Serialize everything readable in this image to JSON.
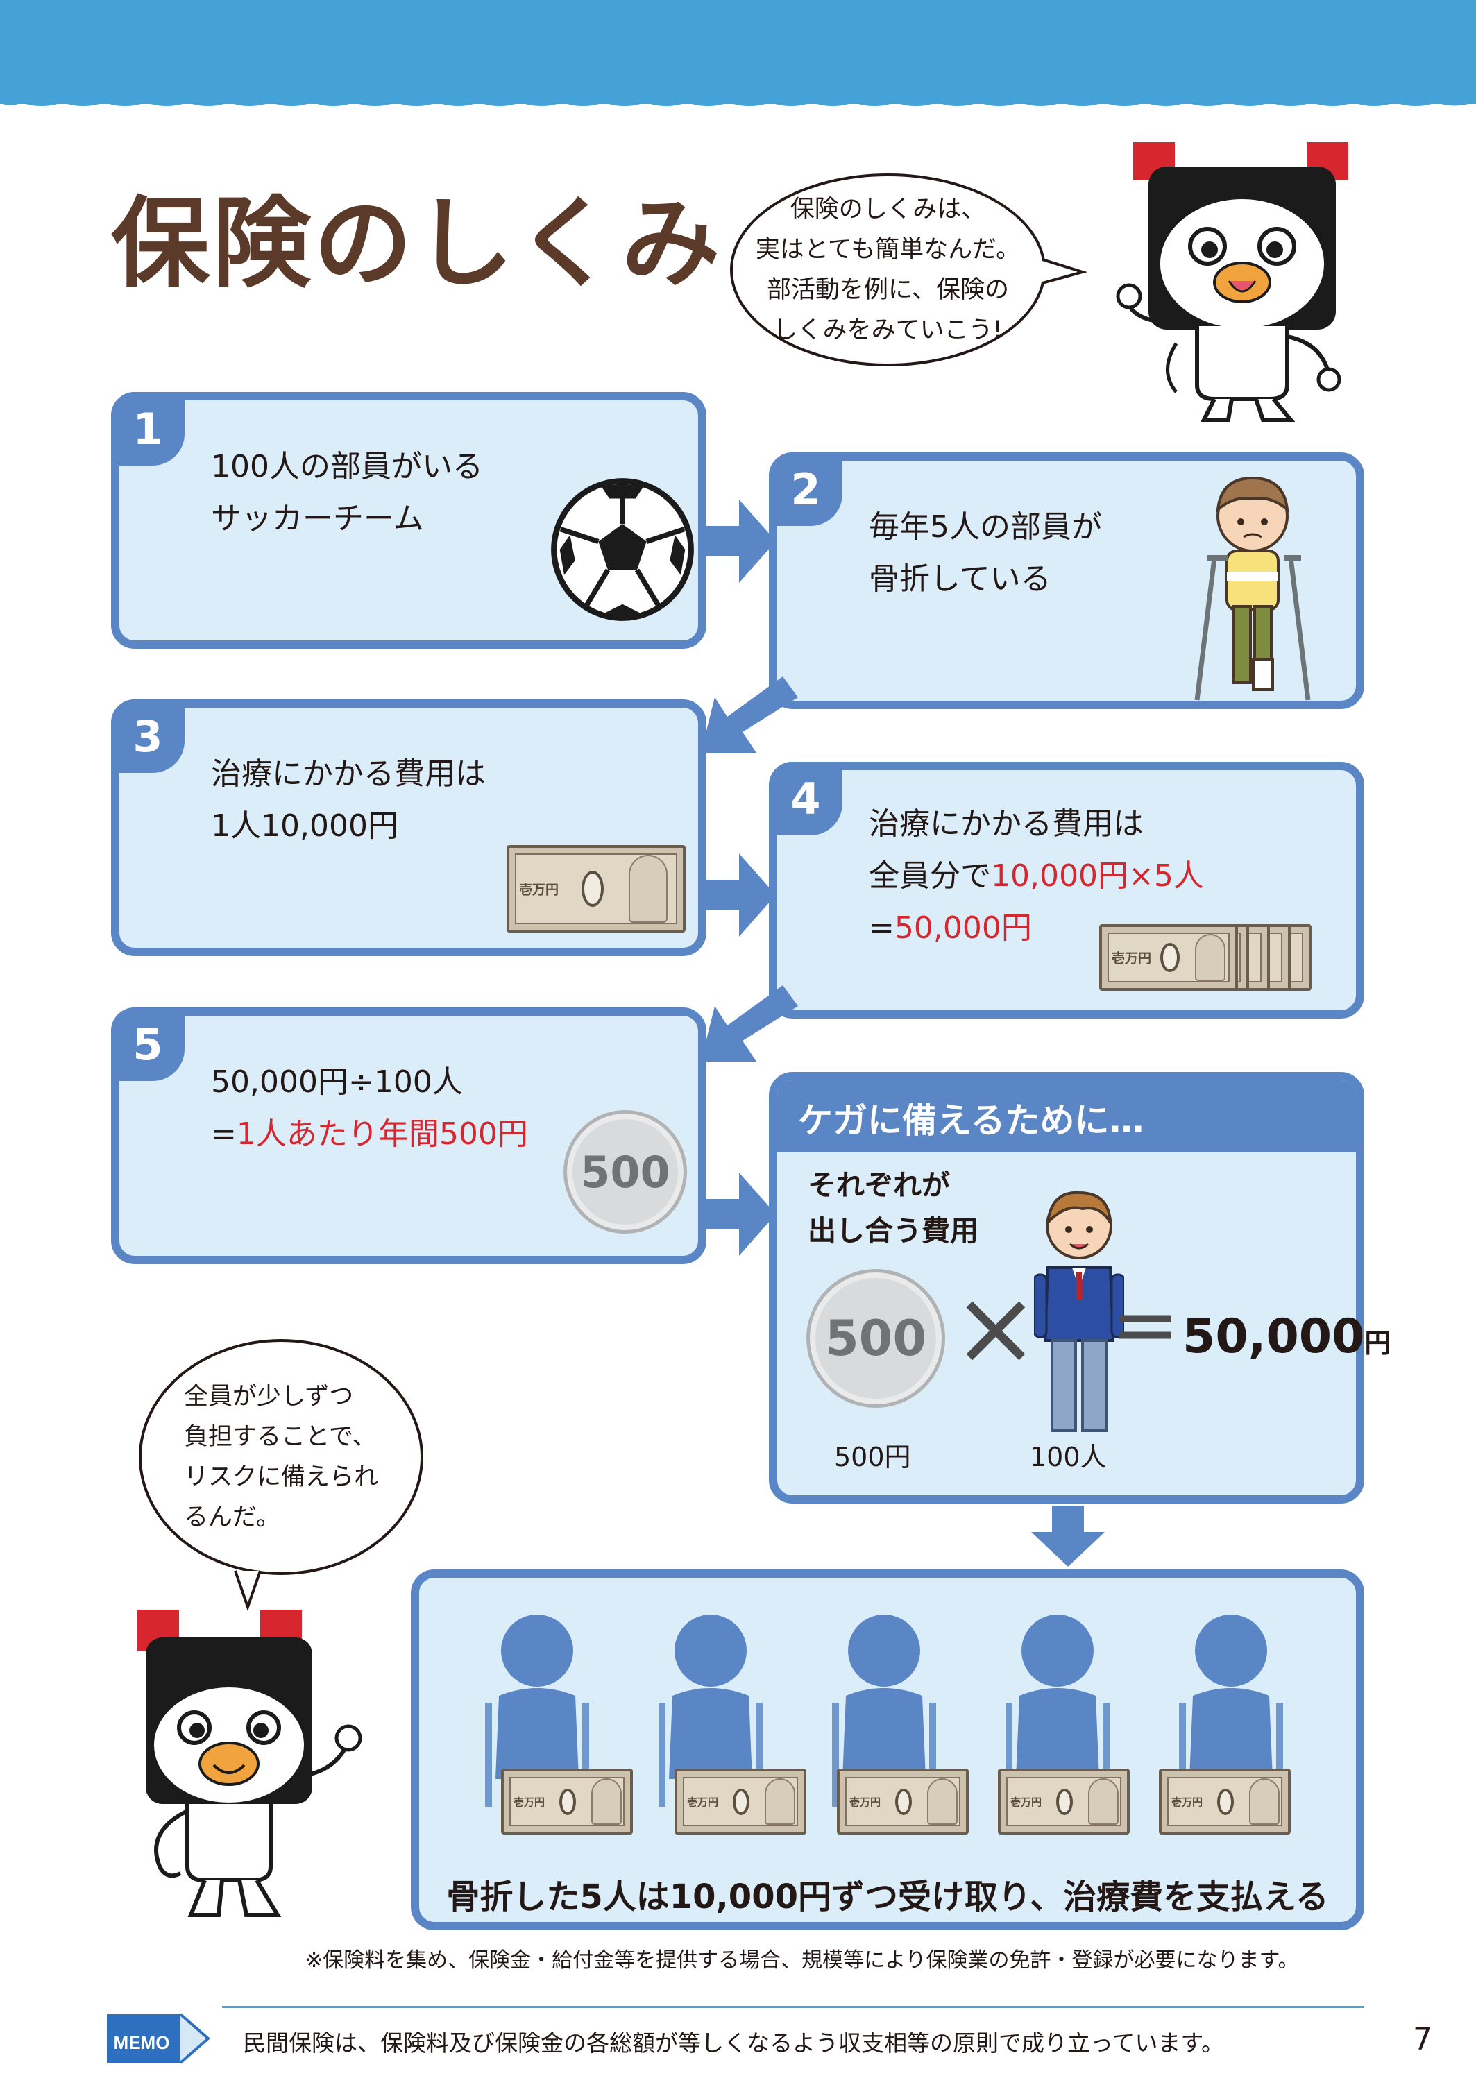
{
  "page": {
    "title": "保険のしくみ",
    "page_number": "7"
  },
  "bubble_top": {
    "lines": [
      "保険のしくみは、",
      "実はとても簡単なんだ。",
      "部活動を例に、保険の",
      "しくみをみていこう!"
    ]
  },
  "steps": [
    {
      "number": "1",
      "lines": [
        "100人の部員がいる",
        "サッカーチーム"
      ]
    },
    {
      "number": "2",
      "lines": [
        "毎年5人の部員が",
        "骨折している"
      ]
    },
    {
      "number": "3",
      "lines": [
        "治療にかかる費用は",
        "1人10,000円"
      ]
    },
    {
      "number": "4",
      "line1": "治療にかかる費用は",
      "line2_prefix": "全員分で",
      "line2_red": "10,000円×5人",
      "line3_prefix": "=",
      "line3_red": "50,000円"
    },
    {
      "number": "5",
      "line1": "50,000円÷100人",
      "line2_prefix": "=",
      "line2_red": "1人あたり年間500円"
    }
  ],
  "bill": {
    "label": "壱万円"
  },
  "coin": {
    "label": "500"
  },
  "preparation": {
    "title": "ケガに備えるために…",
    "subtitle_lines": [
      "それぞれが",
      "出し合う費用"
    ],
    "coin_label": "500",
    "coin_caption": "500円",
    "person_caption": "100人",
    "result_number": "50,000",
    "result_unit": "円",
    "times_symbol": "×",
    "equals_symbol": "="
  },
  "bubble_bottom": {
    "lines": [
      "全員が少しずつ",
      "負担することで、",
      "リスクに備えられ",
      "るんだ。"
    ]
  },
  "result": {
    "text": "骨折した5人は10,000円ずつ受け取り、治療費を支払える"
  },
  "footnote": "※保険料を集め、保険金・給付金等を提供する場合、規模等により保険業の免許・登録が必要になります。",
  "memo": {
    "icon_label": "MEMO",
    "text": "民間保険は、保険料及び保険金の各総額が等しくなるよう収支相等の原則で成り立っています。"
  },
  "colors": {
    "top_band": "#45a2d9",
    "box_border": "#5b86c5",
    "box_fill": "#dbedf8",
    "title": "#5b3a2a",
    "highlight_red": "#d7262e"
  }
}
